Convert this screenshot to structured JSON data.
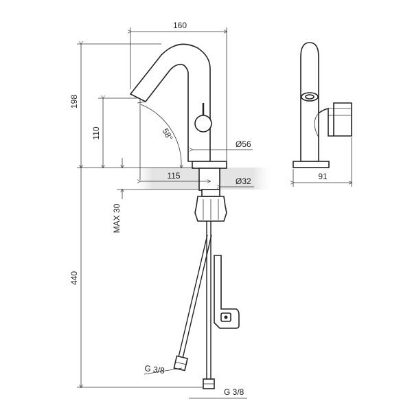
{
  "dimensions": {
    "width_top": "160",
    "height_total": "198",
    "spout_height": "110",
    "angle": "58°",
    "body_diameter": "Ø56",
    "reach": "115",
    "mount_diameter": "Ø32",
    "max_deck": "MAX 30",
    "hose_length": "440",
    "side_depth": "91",
    "thread_left": "G 3/8",
    "thread_bottom": "G 3/8"
  },
  "colors": {
    "line": "#222222",
    "band": "#e6e6e6"
  }
}
